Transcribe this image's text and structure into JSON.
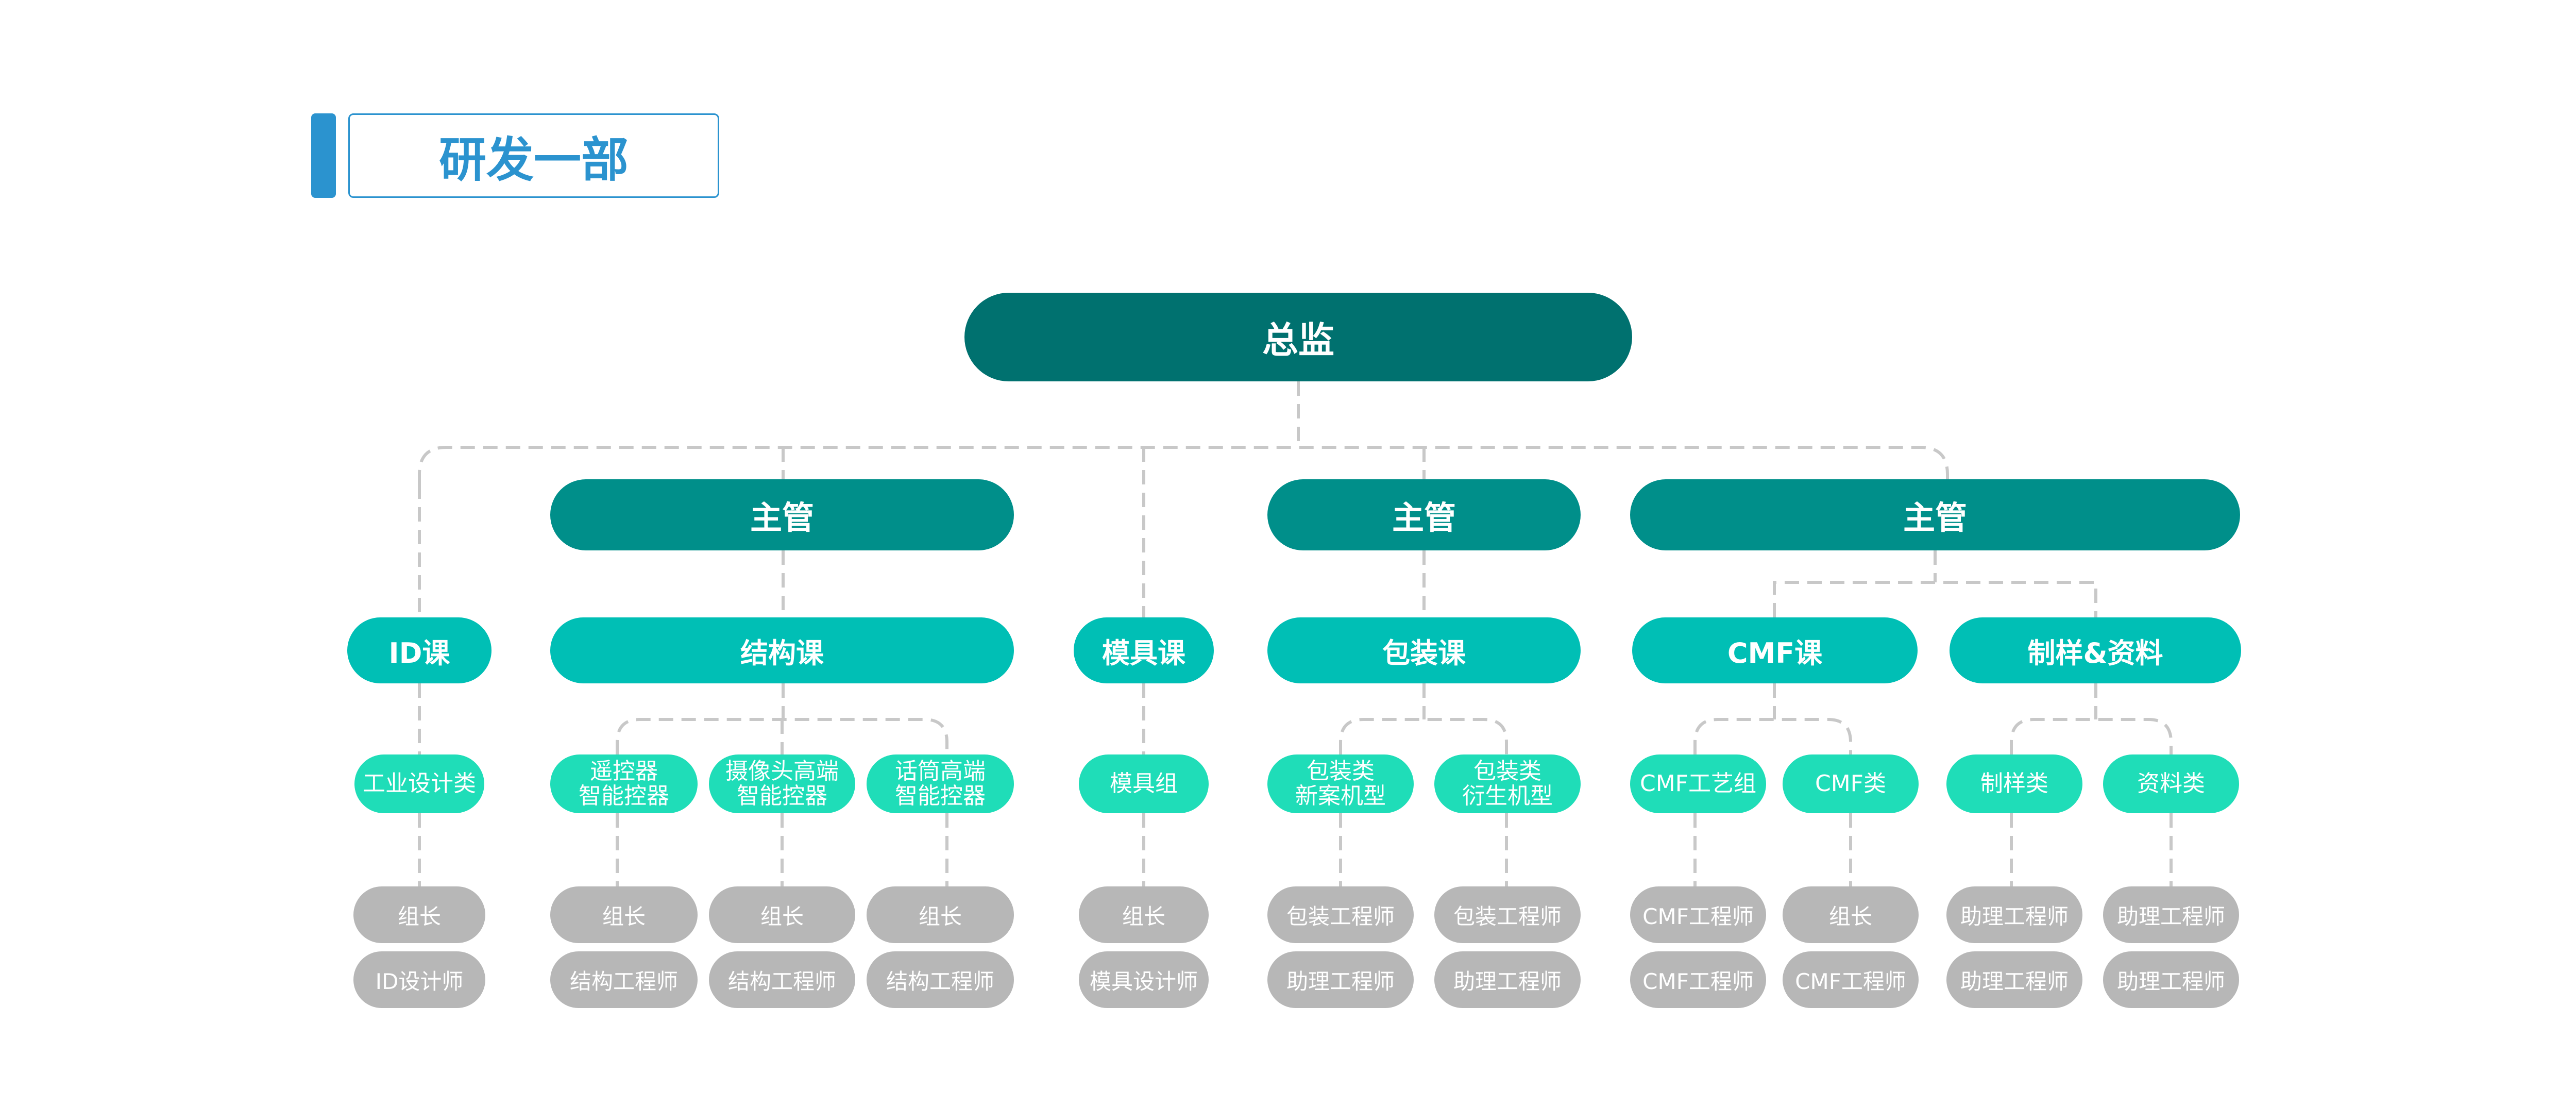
{
  "header": {
    "title": "研发一部"
  },
  "colors": {
    "accent": "#2b93cf",
    "director": "#00716f",
    "manager": "#008f8a",
    "department": "#00bfb5",
    "team": "#1fddb8",
    "role": "#b7b7b7",
    "connector": "#c8c8c8"
  },
  "director": {
    "label": "总监"
  },
  "managers": [
    {
      "label": "主管"
    },
    {
      "label": "主管"
    },
    {
      "label": "主管"
    }
  ],
  "departments": [
    {
      "label": "ID课"
    },
    {
      "label": "结构课"
    },
    {
      "label": "模具课"
    },
    {
      "label": "包装课"
    },
    {
      "label": "CMF课"
    },
    {
      "label": "制样&资料"
    }
  ],
  "teams": [
    {
      "label": "工业设计类"
    },
    {
      "label": "遥控器\n智能控器"
    },
    {
      "label": "摄像头高端\n智能控器"
    },
    {
      "label": "话筒高端\n智能控器"
    },
    {
      "label": "模具组"
    },
    {
      "label": "包装类\n新案机型"
    },
    {
      "label": "包装类\n衍生机型"
    },
    {
      "label": "CMF工艺组"
    },
    {
      "label": "CMF类"
    },
    {
      "label": "制样类"
    },
    {
      "label": "资料类"
    }
  ],
  "roles": [
    {
      "top": "组长",
      "bottom": "ID设计师"
    },
    {
      "top": "组长",
      "bottom": "结构工程师"
    },
    {
      "top": "组长",
      "bottom": "结构工程师"
    },
    {
      "top": "组长",
      "bottom": "结构工程师"
    },
    {
      "top": "组长",
      "bottom": "模具设计师"
    },
    {
      "top": "包装工程师",
      "bottom": "助理工程师"
    },
    {
      "top": "包装工程师",
      "bottom": "助理工程师"
    },
    {
      "top": "CMF工程师",
      "bottom": "CMF工程师"
    },
    {
      "top": "组长",
      "bottom": "CMF工程师"
    },
    {
      "top": "助理工程师",
      "bottom": "助理工程师"
    },
    {
      "top": "助理工程师",
      "bottom": "助理工程师"
    }
  ]
}
